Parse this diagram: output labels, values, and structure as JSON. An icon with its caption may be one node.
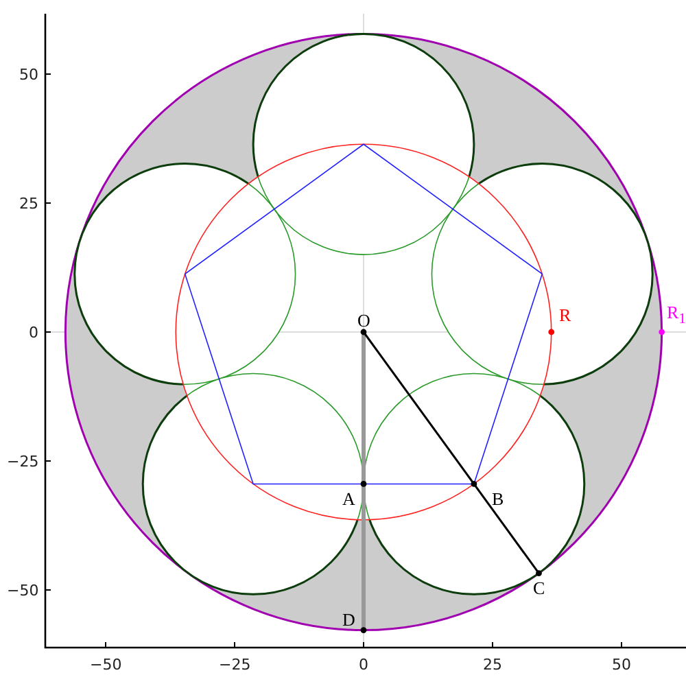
{
  "diagram": {
    "labels": [
      "50",
      "25",
      "0",
      "−25",
      "−50",
      "O",
      "R",
      "R$_{1}$",
      "A",
      "B",
      "C",
      "D",
      "−50",
      "−25",
      "0",
      "25",
      "50"
    ]
  }
}
